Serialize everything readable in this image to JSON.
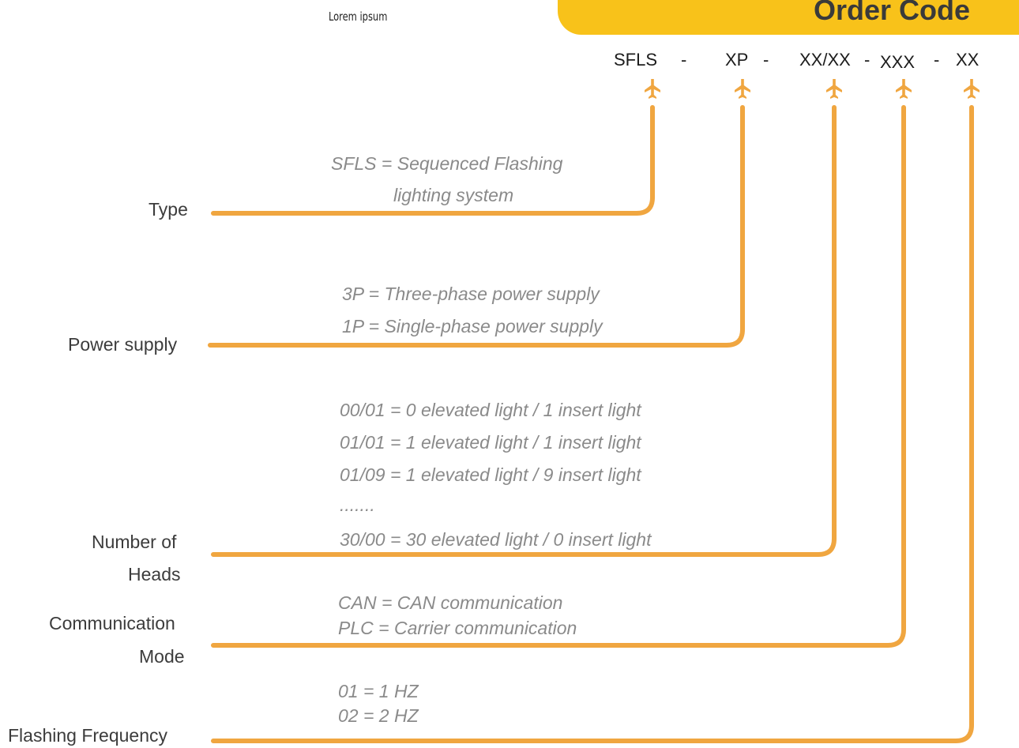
{
  "header": {
    "subtitle": "Lorem ipsum",
    "title": "Order Code",
    "tab_color": "#f8c21a"
  },
  "order_code": {
    "segments": [
      "SFLS",
      "XP",
      "XX/XX",
      "XXX",
      "XX"
    ],
    "separator": "-"
  },
  "line_color": "#f0a640",
  "icon": "airplane-icon",
  "fields": [
    {
      "label": "Type",
      "descriptions": [
        "SFLS = Sequenced Flashing",
        "lighting system"
      ]
    },
    {
      "label": "Power supply",
      "descriptions": [
        "3P = Three-phase power supply",
        "1P = Single-phase power supply"
      ]
    },
    {
      "label_lines": [
        "Number of",
        "Heads"
      ],
      "descriptions": [
        "00/01 = 0 elevated light / 1 insert light",
        "01/01 = 1 elevated light / 1 insert light",
        "01/09 = 1 elevated light / 9 insert light",
        ".......",
        "30/00 = 30 elevated light / 0 insert light"
      ]
    },
    {
      "label_lines": [
        "Communication",
        "Mode"
      ],
      "descriptions": [
        "CAN = CAN communication",
        "PLC = Carrier communication"
      ]
    },
    {
      "label": "Flashing Frequency",
      "descriptions": [
        "01 = 1 HZ",
        "02 = 2 HZ"
      ]
    }
  ]
}
